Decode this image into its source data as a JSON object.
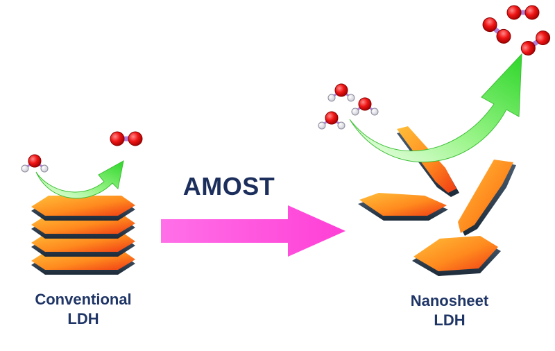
{
  "process_label": "AMOST",
  "conventional": {
    "line1": "Conventional",
    "line2": "LDH"
  },
  "nanosheet": {
    "line1": "Nanosheet",
    "line2": "LDH"
  },
  "colors": {
    "text": "#1f3566",
    "sheet_top": "#ff8a1e",
    "sheet_edge": "#2e3f52",
    "process_arrow": "#ff66dd",
    "reaction_arrow": "#3ee83a",
    "oxygen_atom": "#e81818",
    "hydrogen_atom": "#ffffff",
    "bond": "#b488d6"
  },
  "icons": [
    "water-molecule-icon",
    "oxygen-molecule-icon",
    "reaction-arrow-icon",
    "process-arrow-icon",
    "ldh-sheet-icon"
  ]
}
